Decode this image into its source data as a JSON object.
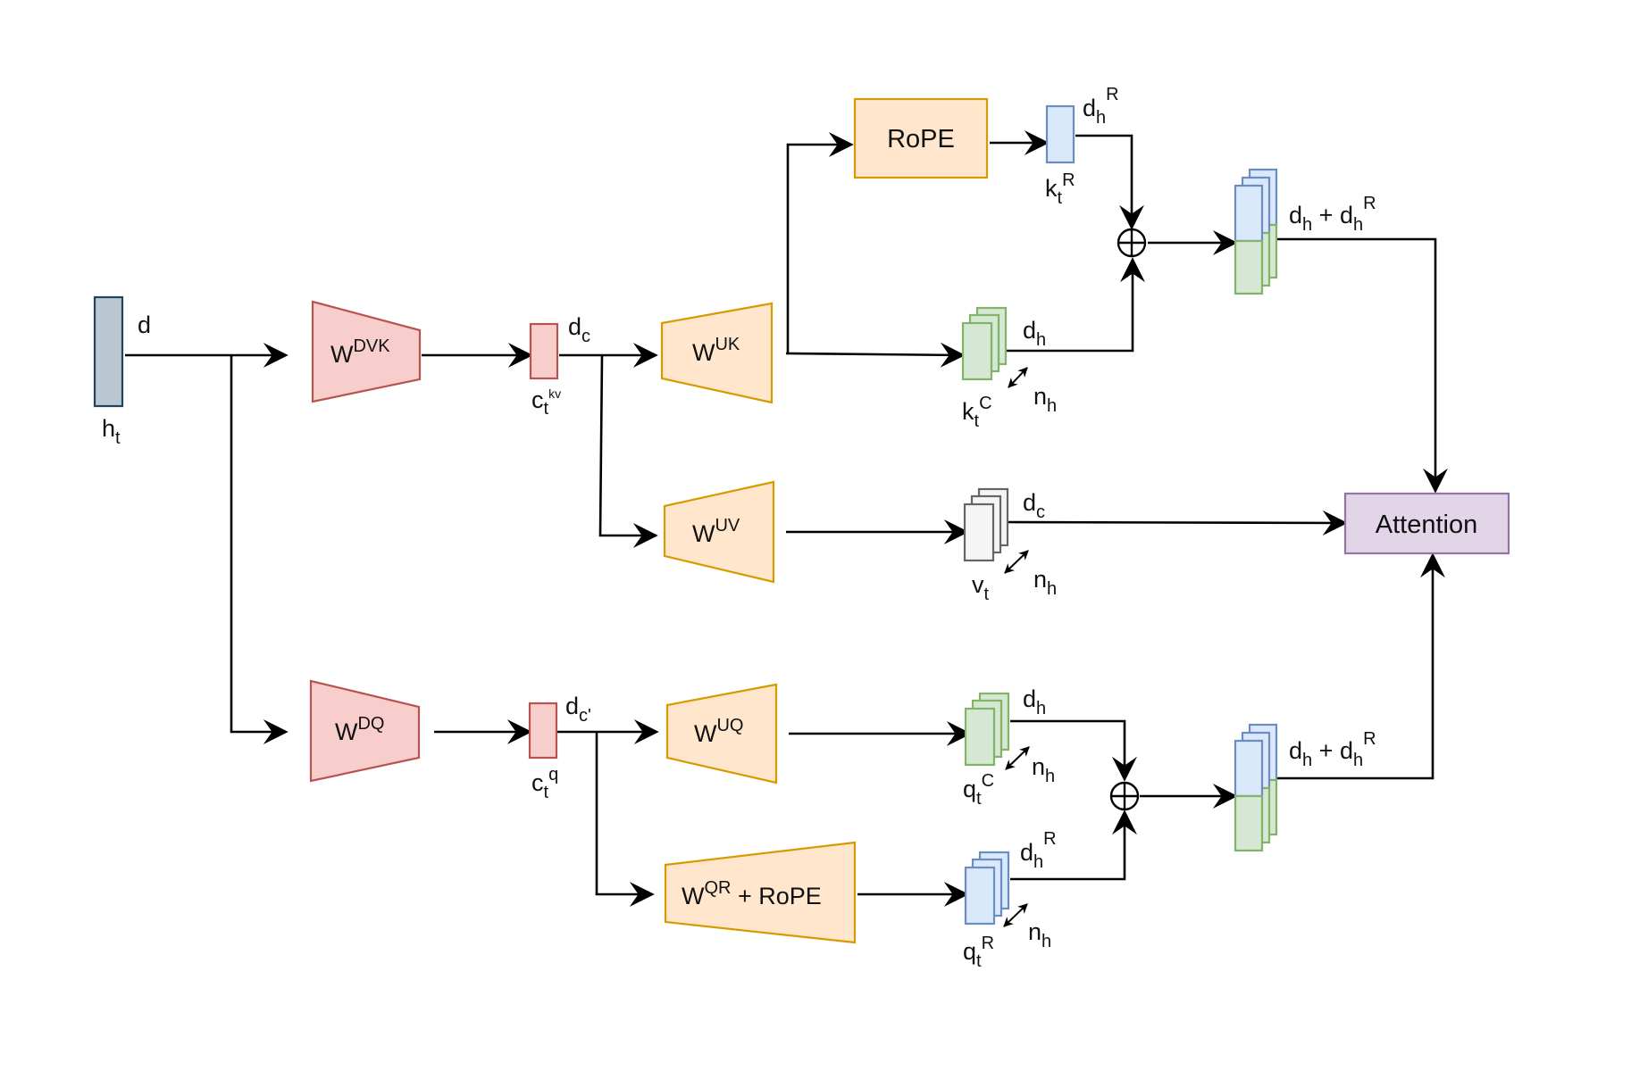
{
  "input": {
    "base": "h",
    "sub": "t",
    "dim": "d"
  },
  "down_kv": {
    "base": "W",
    "sup": "DVK"
  },
  "down_q": {
    "base": "W",
    "sup": "DQ"
  },
  "latent_kv": {
    "base": "c",
    "sub": "t",
    "sup": "kv",
    "dim_base": "d",
    "dim_sub": "c"
  },
  "latent_q": {
    "base": "c",
    "sub": "t",
    "sup": "q",
    "dim_base": "d",
    "dim_sub": "c'"
  },
  "up_k": {
    "base": "W",
    "sup": "UK"
  },
  "up_v": {
    "base": "W",
    "sup": "UV"
  },
  "up_q": {
    "base": "W",
    "sup": "UQ"
  },
  "qr": {
    "base": "W",
    "sup": "QR",
    "suffix": " + RoPE"
  },
  "rope": {
    "label": "RoPE"
  },
  "k_rope": {
    "base": "k",
    "sub": "t",
    "sup": "R",
    "dim_base": "d",
    "dim_sub": "h",
    "dim_sup": "R"
  },
  "k_c": {
    "base": "k",
    "sub": "t",
    "sup": "C",
    "dim_base": "d",
    "dim_sub": "h",
    "heads_base": "n",
    "heads_sub": "h"
  },
  "v": {
    "base": "v",
    "sub": "t",
    "dim_base": "d",
    "dim_sub": "c",
    "heads_base": "n",
    "heads_sub": "h"
  },
  "q_c": {
    "base": "q",
    "sub": "t",
    "sup": "C",
    "dim_base": "d",
    "dim_sub": "h",
    "heads_base": "n",
    "heads_sub": "h"
  },
  "q_rope": {
    "base": "q",
    "sub": "t",
    "sup": "R",
    "dim_base": "d",
    "dim_sub": "h",
    "dim_sup": "R",
    "heads_base": "n",
    "heads_sub": "h"
  },
  "k_concat": {
    "d1": "d",
    "s1": "h",
    "plus": " + ",
    "d2": "d",
    "s2": "h",
    "sup2": "R"
  },
  "q_concat": {
    "d1": "d",
    "s1": "h",
    "plus": " + ",
    "d2": "d",
    "s2": "h",
    "sup2": "R"
  },
  "attention": {
    "label": "Attention"
  },
  "colors": {
    "red_fill": "#f8cecc",
    "red_stroke": "#b85450",
    "orange_fill": "#ffe6cc",
    "orange_stroke": "#d79b00",
    "green_fill": "#d5e8d4",
    "green_stroke": "#82b366",
    "blue_fill": "#dae8fc",
    "blue_stroke": "#6c8ebf",
    "gray_fill": "#f5f5f5",
    "gray_stroke": "#666666",
    "input_fill": "#bac8d3",
    "input_stroke": "#23445d",
    "purple_fill": "#e1d5e7",
    "purple_stroke": "#9673a6"
  }
}
